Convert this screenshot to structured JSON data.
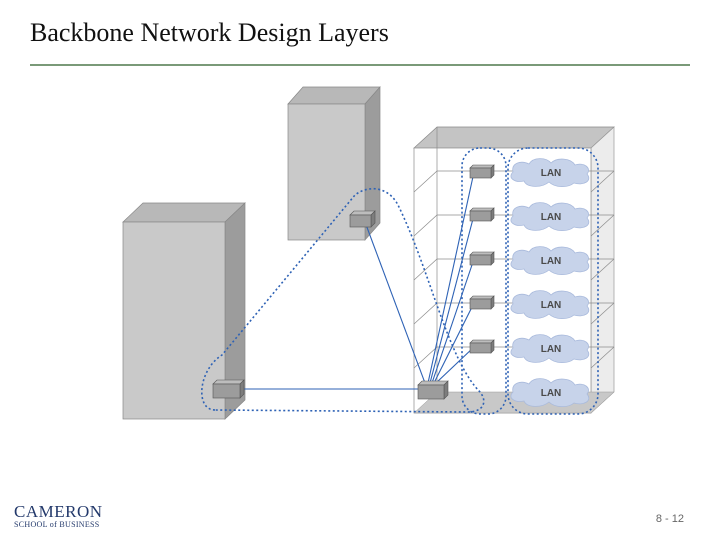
{
  "slide": {
    "title": "Backbone Network Design Layers",
    "page_number": "8 - 12"
  },
  "logo": {
    "main": "CAMERON",
    "sub": "SCHOOL of BUSINESS"
  },
  "diagram": {
    "lan_labels": [
      "LAN",
      "LAN",
      "LAN",
      "LAN",
      "LAN",
      "LAN"
    ],
    "colors": {
      "building_front": "#c8c8c8",
      "building_side": "#a0a0a0",
      "building_top": "#b4b4b4",
      "link_line": "#2e62b5",
      "dotted_outline": "#2e62b5",
      "lan_cloud": "#c7d3ea"
    }
  }
}
